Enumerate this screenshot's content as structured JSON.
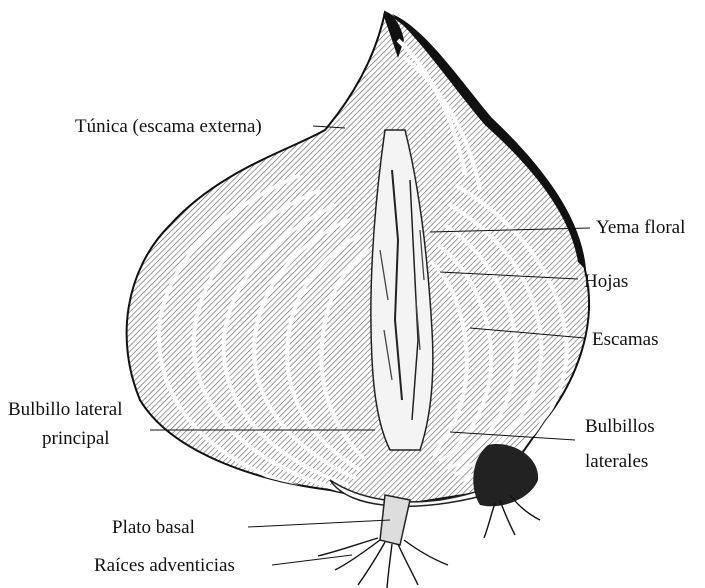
{
  "labels": {
    "tunica": "Túnica (escama externa)",
    "yema": "Yema floral",
    "hojas": "Hojas",
    "escamas": "Escamas",
    "bulbillo_principal_line1": "Bulbillo lateral",
    "bulbillo_principal_line2": "principal",
    "bulbillos_laterales_line1": "Bulbillos",
    "bulbillos_laterales_line2": "laterales",
    "plato": "Plato basal",
    "raices": "Raíces adventicias"
  },
  "colors": {
    "ink": "#111111",
    "hatch": "#555555",
    "background": "#ffffff"
  }
}
